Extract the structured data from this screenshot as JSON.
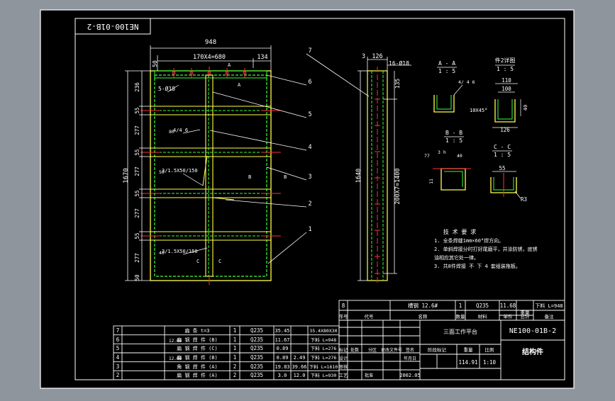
{
  "drawing_code": "NE100-01B-2",
  "drawing_code_mirrored": "NE100-01B-2",
  "project_name": "三面工作平台",
  "part_name": "结构件",
  "scale": "1:10",
  "weight": "114.91",
  "date": "2002.05",
  "front_view": {
    "top_width": "948",
    "top_span": "170X4=680",
    "top_right": "134",
    "top_left": "50",
    "total_height": "1670",
    "left_dims": [
      "236",
      "55",
      "277",
      "55",
      "277",
      "55",
      "277",
      "55",
      "277",
      "50"
    ],
    "weld_notes": [
      "5-Ø18",
      "4/4 6",
      "3/1.5X50/150",
      "3/1.5X50/150"
    ],
    "section_marks": [
      "A",
      "A",
      "B",
      "B",
      "C",
      "C"
    ],
    "weld_sizes": [
      "80",
      "50",
      "40"
    ]
  },
  "side_view": {
    "top_left": "3",
    "top_width": "126",
    "holes": "16-Ø18",
    "offset": "135",
    "height": "1640",
    "pitch": "200X7=1400"
  },
  "leaders": [
    "7",
    "6",
    "5",
    "4",
    "3",
    "2",
    "1"
  ],
  "sections": {
    "aa": {
      "title": "A - A",
      "scale": "1 : 5",
      "weld": "4/ 4 6"
    },
    "bb": {
      "title": "B - B",
      "scale": "1 : 5",
      "dims": [
        "77",
        "3 h",
        "40",
        "11"
      ]
    },
    "cc": {
      "title": "C - C",
      "scale": "1 : 5",
      "dims": [
        "55",
        "R3"
      ]
    },
    "strengthen": {
      "title": "件2详图",
      "scale": "1 : 5",
      "dims": [
        "110",
        "100",
        "10X45°",
        "126",
        "40"
      ]
    }
  },
  "tech_req": {
    "title": "技 术 要 求",
    "items": [
      "1. 全条焊缝1mm×60°焊方向。",
      "2. 单斜焊接分时打好尾磨平，并涂防锈，底锈",
      "   油相应其它处一律。",
      "3. 共8件焊接 不 下 4 套组装拖板。"
    ]
  },
  "bom_top": {
    "no": "8",
    "name": "槽钢 12.6#",
    "qty": "1",
    "material": "Q235",
    "weight": "11.68",
    "note": "下料 L=948"
  },
  "bom_header": [
    "序号",
    "代号",
    "名称",
    "数量",
    "材料",
    "单件",
    "总计",
    "备注"
  ],
  "bom_header_weight": "重量",
  "bom_rows": [
    {
      "no": "7",
      "name": "扁 条 t=3",
      "qty": "1",
      "material": "Q235",
      "unit": "35.45",
      "total": "",
      "note": "35.4X80X30"
    },
    {
      "no": "6",
      "name": "扁 钢 焊 件 (B)",
      "qty": "1",
      "material": "Q235",
      "unit": "11.67",
      "total": "",
      "note": "下料 L=948"
    },
    {
      "no": "5",
      "name": "扁 钢 焊 件 (C)",
      "qty": "1",
      "material": "Q235",
      "unit": "0.89",
      "total": "",
      "note": "下料 L=276"
    },
    {
      "no": "4",
      "name": "扁 钢 焊 件 (B)",
      "qty": "1",
      "material": "Q235",
      "unit": "0.89",
      "total": "2.49",
      "note": "下料 L=276"
    },
    {
      "no": "3",
      "name": "角 钢 焊 件 (A)",
      "qty": "2",
      "material": "Q235",
      "unit": "19.83",
      "total": "39.66",
      "note": "下料 L=1610"
    },
    {
      "no": "2",
      "name": "扁 钢 焊 件 (A)",
      "qty": "2",
      "material": "Q235",
      "unit": "3.0",
      "total": "12.0",
      "note": "下料 L=930"
    }
  ],
  "bom_row_extra": [
    "12.6#",
    "12.6#"
  ],
  "title_block_labels": [
    "标记",
    "处数",
    "分区",
    "更改文件号",
    "签名",
    "年月日",
    "设计",
    "审核",
    "工艺",
    "批准"
  ],
  "title_block_small": [
    "阶段标记",
    "重量",
    "比例"
  ]
}
